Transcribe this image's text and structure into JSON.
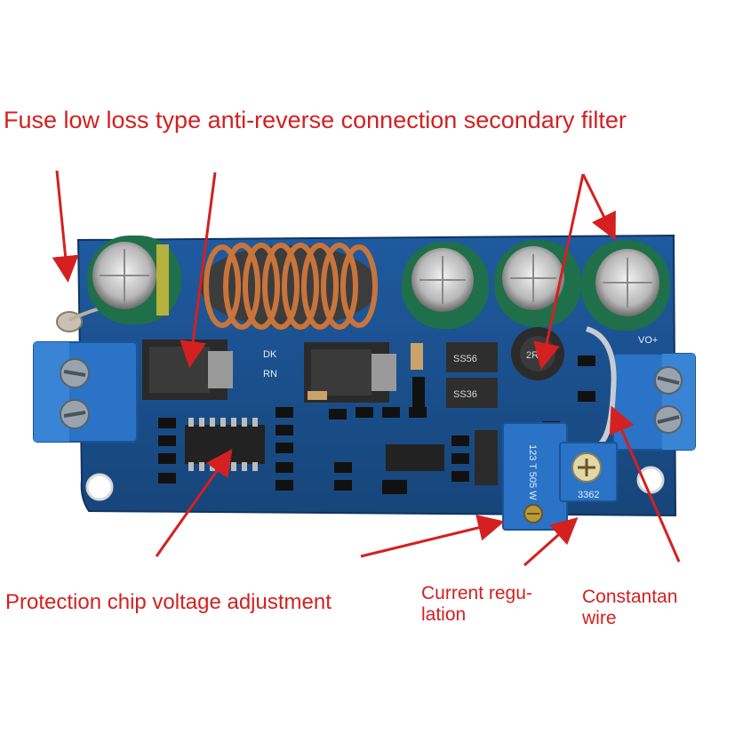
{
  "annotations": {
    "title": "Fuse low loss type anti-reverse connection secondary filter",
    "protection": "Protection chip voltage adjustment",
    "current_line1": "Current regu-",
    "current_line2": "lation",
    "constantan_line1": "Constantan",
    "constantan_line2": "wire"
  },
  "board_markings": {
    "output_label": "VO+",
    "inductor_code": "2R2",
    "diode_1": "SS56",
    "diode_2": "SS36",
    "pot_1": "123 T 505 W",
    "pot_2": "3362",
    "dk_label": "DK",
    "rn_label": "RN"
  },
  "colors": {
    "annotation_red": "#d42020",
    "pcb_blue": "#1a4f8f",
    "terminal_blue": "#2a73c6",
    "capacitor_green": "#1f6f4a",
    "copper": "#c8743a"
  }
}
